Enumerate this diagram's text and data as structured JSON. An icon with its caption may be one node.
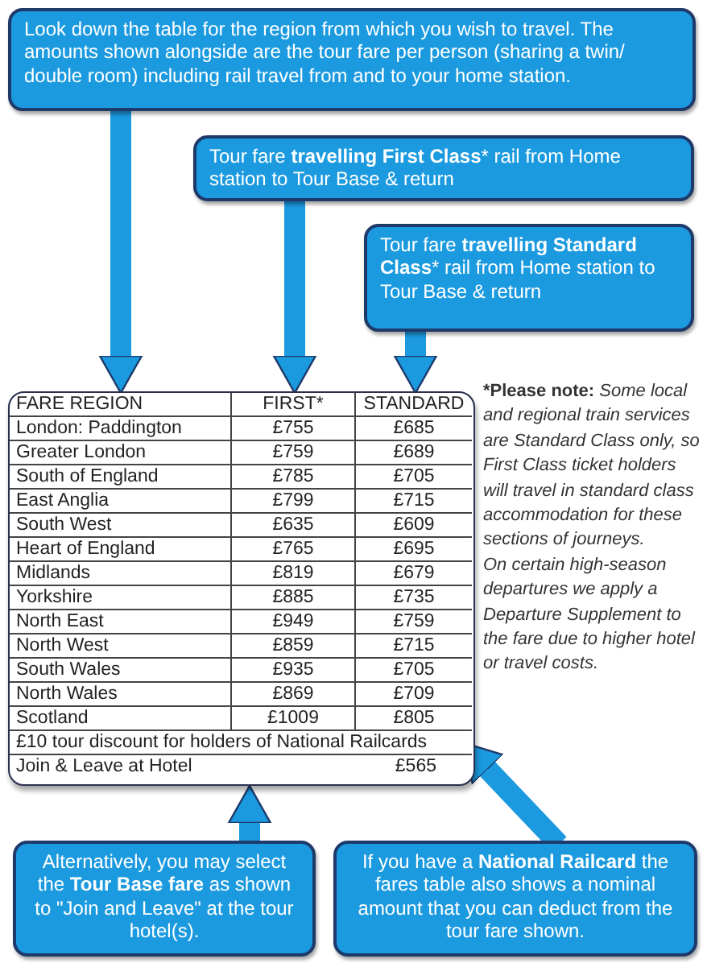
{
  "diagram": {
    "nodes": [
      {
        "text": [
          "Look down the table for the region from which you wish to travel. The amounts shown alongside are the tour fare per person (sharing a twin/ double room) including rail travel from and to your home station."
        ]
      },
      {
        "text": [
          "Tour fare **travelling First Class*** rail from Home station to Tour Base & return"
        ]
      },
      {
        "text": [
          "Tour fare **travelling Standard Class*** rail from Home station to Tour Base & return"
        ]
      },
      {
        "text": [
          "FARE REGION"
        ]
      },
      {
        "text": [
          "FIRST*"
        ]
      },
      {
        "text": [
          "STANDARD"
        ]
      },
      {
        "text": [
          "£10 tour discount for holders of National Railcards"
        ]
      },
      {
        "text": [
          "Join & Leave at Hotel"
        ]
      },
      {
        "text": [
          "Alternatively, you may select the **Tour Base fare** as shown to \"Join and Leave\" at the tour hotel(s)."
        ]
      },
      {
        "text": [
          "If you have a **National Railcard** the fares table also shows a nominal amount that you can deduct from the tour fare shown."
        ]
      }
    ],
    "edges": [
      {
        "from": 0,
        "to": 3,
        "arrow": "to"
      },
      {
        "from": 1,
        "to": 4,
        "arrow": "to"
      },
      {
        "from": 2,
        "to": 5,
        "arrow": "to"
      },
      {
        "from": 8,
        "to": 7,
        "arrow": "to"
      },
      {
        "from": 9,
        "to": 6,
        "arrow": "to"
      }
    ],
    "labels": [
      "London: Paddington",
      "£755",
      "£685",
      "Greater London",
      "£759",
      "£689",
      "South of England",
      "£785",
      "£705",
      "East Anglia",
      "£799",
      "£715",
      "South West",
      "£635",
      "£609",
      "Heart of England",
      "£765",
      "£695",
      "Midlands",
      "£819",
      "£679",
      "Yorkshire",
      "£885",
      "£735",
      "North East",
      "£949",
      "£759",
      "North West",
      "£859",
      "£715",
      "South Wales",
      "£935",
      "£705",
      "North Wales",
      "£869",
      "£709",
      "Scotland",
      "£1009",
      "£805",
      "£565",
      "***Please note:** Some local and regional train services are Standard Class only, so First Class ticket holders will travel in standard class accommodation for these sections of journeys.",
      "On certain high-season departures we apply a Departure Supplement to the fare due to higher hotel or travel costs."
    ]
  }
}
